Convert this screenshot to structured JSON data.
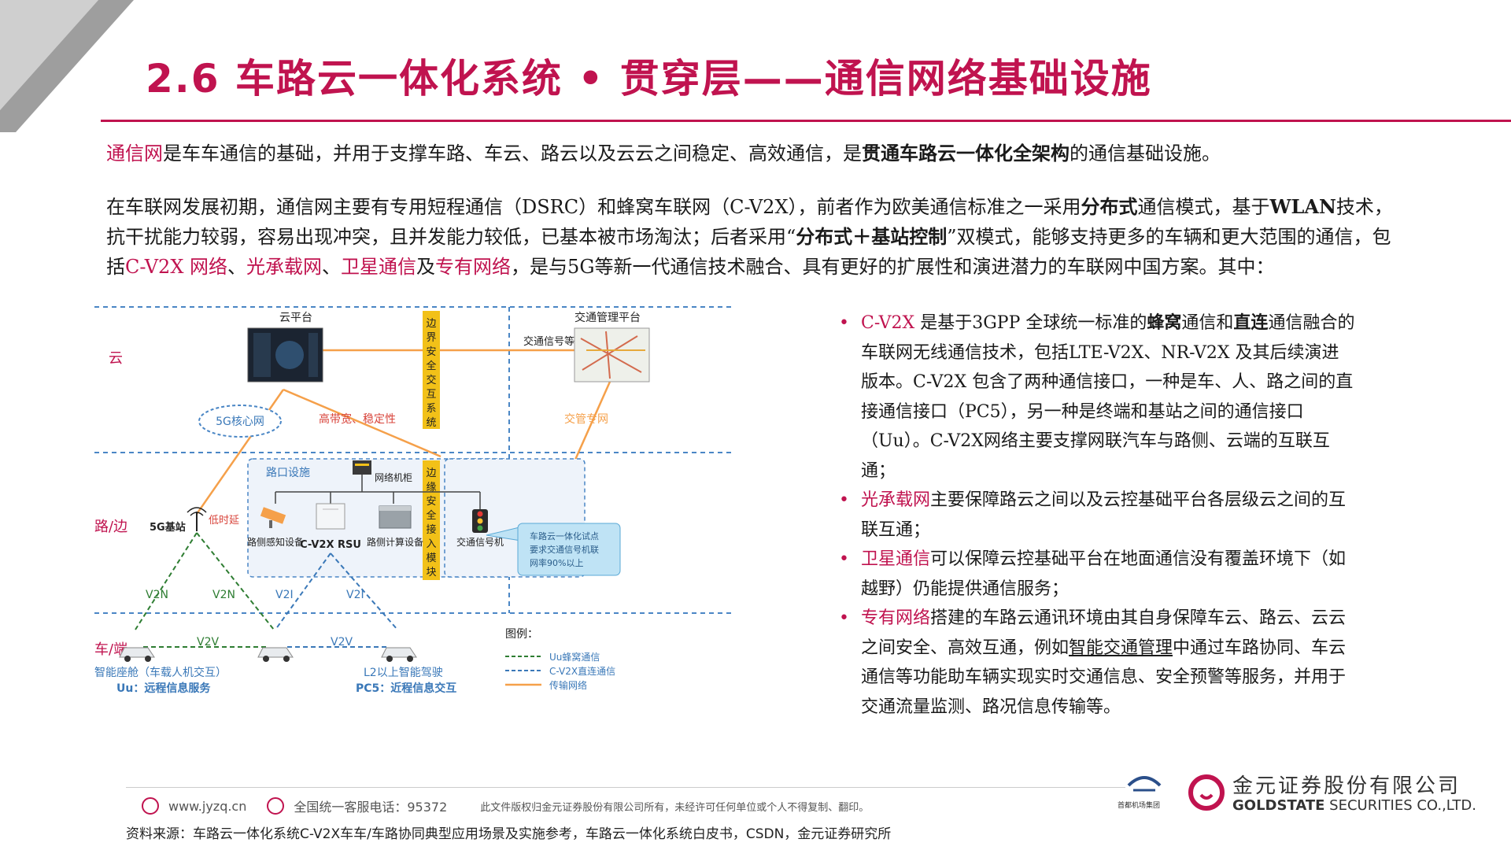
{
  "title": "2.6 车路云一体化系统 • 贯穿层——通信网络基础设施",
  "intro": {
    "hl": "通信网",
    "t1": "是车车通信的基础，并用于支撑车路、车云、路云以及云云之间稳定、高效通信，是",
    "bold": "贯通车路云一体化全架构",
    "t2": "的通信基础设施。"
  },
  "para2": {
    "t1": "在车联网发展初期，通信网主要有专用短程通信（DSRC）和蜂窝车联网（C-V2X），前者作为欧美通信标准之一采用",
    "b1": "分布式",
    "t2": "通信模式，基于",
    "b2": "WLAN",
    "t3": "技术，抗干扰能力较弱，容易出现冲突，且并发能力较低，已基本被市场淘汰；后者采用“",
    "b3": "分布式＋基站控制",
    "t4": "”双模式，能够支持更多的车辆和更大范围的通信，包括",
    "h1": "C-V2X 网络",
    "s1": "、",
    "h2": "光承载网",
    "s2": "、",
    "h3": "卫星通信",
    "s3": "及",
    "h4": "专有网络",
    "t5": "，是与5G等新一代通信技术融合、具有更好的扩展性和演进潜力的车联网中国方案。其中："
  },
  "diagram": {
    "layer_cloud": "云",
    "layer_road": "路/边",
    "layer_vehicle": "车/端",
    "cloud_platform": "云平台",
    "traffic_platform": "交通管理平台",
    "edge_box_top": [
      "边",
      "界",
      "安",
      "全",
      "交",
      "互",
      "系",
      "统"
    ],
    "edge_box_bottom": [
      "边",
      "缘",
      "安",
      "全",
      "接",
      "入",
      "模",
      "块"
    ],
    "signal_label": "交通信号等",
    "core_net": "5G核心网",
    "high_bw": "高带宽、稳定性",
    "traffic_net": "交管专网",
    "intersection": "路口设施",
    "cabinet": "网络机柜",
    "base_station": "5G基站",
    "low_latency": "低时延",
    "sensor": "路侧感知设备",
    "rsu": "C-V2X RSU",
    "computing": "路侧计算设备",
    "traffic_light": "交通信号机",
    "callout": [
      "车路云一体化试点",
      "要求交通信号机联",
      "网率90%以上"
    ],
    "v2n": "V2N",
    "v2i": "V2I",
    "v2v": "V2V",
    "car_left_1": "智能座舱（车载人机交互）",
    "car_left_2": "Uu：远程信息服务",
    "car_right_1": "L2以上智能驾驶",
    "car_right_2": "PC5：近程信息交互",
    "legend_title": "图例：",
    "legend_uu": "Uu蜂窝通信",
    "legend_pc5": "C-V2X直连通信",
    "legend_transport": "传输网络"
  },
  "bullets": [
    {
      "h": "C-V2X",
      "t1": " 是基于3GPP 全球统一标准的",
      "b1": "蜂窝",
      "t2": "通信和",
      "b2": "直连",
      "t3": "通信融合的车联网无线通信技术，包括LTE-V2X、NR-V2X 及其后续演进版本。C-V2X 包含了两种通信接口，一种是车、人、路之间的直接通信接口（PC5），另一种是终端和基站之间的通信接口（Uu）。C-V2X网络主要支撑网联汽车与路侧、云端的互联互通；"
    },
    {
      "h": "光承载网",
      "t1": "主要保障路云之间以及云控基础平台各层级云之间的互联互通；"
    },
    {
      "h": "卫星通信",
      "t1": "可以保障云控基础平台在地面通信没有覆盖环境下（如越野）仍能提供通信服务；"
    },
    {
      "h": "专有网络",
      "t1": "搭建的车路云通讯环境由其自身保障车云、路云、云云之间安全、高效互通，例如",
      "u": "智能交通管理",
      "t2": "中通过车路协同、车云通信等功能助车辆实现实时交通信息、安全预警等服务，并用于交通流量监测、路况信息传输等。"
    }
  ],
  "footer": {
    "website": "www.jyzq.cn",
    "hotline": "全国统一客服电话：95372",
    "copyright": "此文件版权归金元证券股份有限公司所有，未经许可任何单位或个人不得复制、翻印。"
  },
  "source": "资料来源：车路云一体化系统C-V2X车车/车路协同典型应用场景及实施参考，车路云一体化系统白皮书，CSDN，金元证券研究所",
  "logo": {
    "airport": "首都机场集团",
    "cn": "金元证券股份有限公司",
    "en_bold": "GOLDSTATE",
    "en_rest": " SECURITIES CO.,LTD."
  },
  "colors": {
    "brand": "#c0134f",
    "orange": "#f5a04a",
    "blue_dash": "#3a78b8",
    "green_dash": "#2e7d32",
    "edge_yellow": "#f2c118"
  }
}
